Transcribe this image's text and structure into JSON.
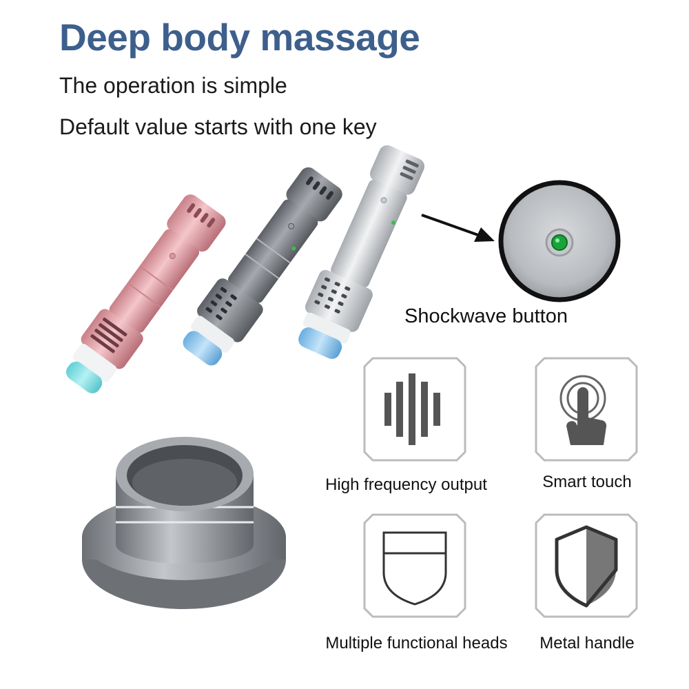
{
  "header": {
    "title": "Deep body massage",
    "line1": "The operation is simple",
    "line2": "Default value starts with one key"
  },
  "callout": {
    "label": "Shockwave button",
    "indicator_color": "#1aa33a"
  },
  "features": [
    {
      "label": "High frequency output",
      "icon": "sound-wave-icon"
    },
    {
      "label": "Smart touch",
      "icon": "touch-finger-icon"
    },
    {
      "label": "Multiple functional heads",
      "icon": "shield-outline-icon"
    },
    {
      "label": "Metal handle",
      "icon": "shield-half-icon"
    }
  ],
  "colors": {
    "title": "#3d5f8c",
    "handle_pink": "#e8a7ad",
    "handle_gray": "#7d8187",
    "handle_silver": "#d4d7db",
    "tip_cyan": "#7fe0e6",
    "tip_blue": "#8cc9ee",
    "base_gray": "#8f9398"
  }
}
